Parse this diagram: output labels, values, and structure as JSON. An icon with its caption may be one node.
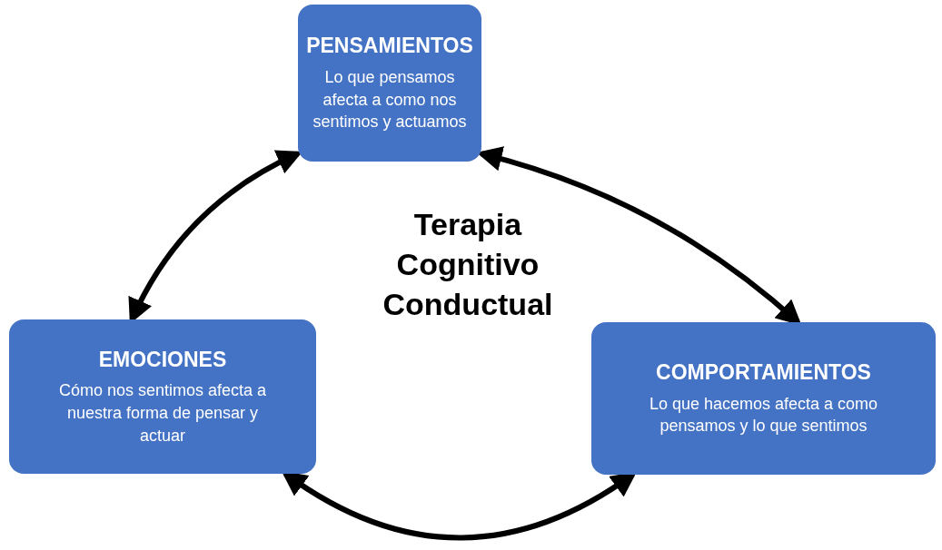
{
  "diagram": {
    "title": "Terapia Cognitivo Conductual",
    "nodes": [
      {
        "text": [
          "PENSAMIENTOS",
          "Lo que pensamos afecta a como nos sentimos y actuamos"
        ]
      },
      {
        "text": [
          "EMOCIONES",
          "Cómo nos sentimos afecta a nuestra forma de pensar y actuar"
        ]
      },
      {
        "text": [
          "COMPORTAMIENTOS",
          "Lo que hacemos afecta a como pensamos y lo que sentimos"
        ]
      }
    ],
    "edges": [
      {
        "from": 0,
        "to": 1,
        "arrow": "both"
      },
      {
        "from": 0,
        "to": 2,
        "arrow": "both"
      },
      {
        "from": 1,
        "to": 2,
        "arrow": "both"
      }
    ]
  }
}
